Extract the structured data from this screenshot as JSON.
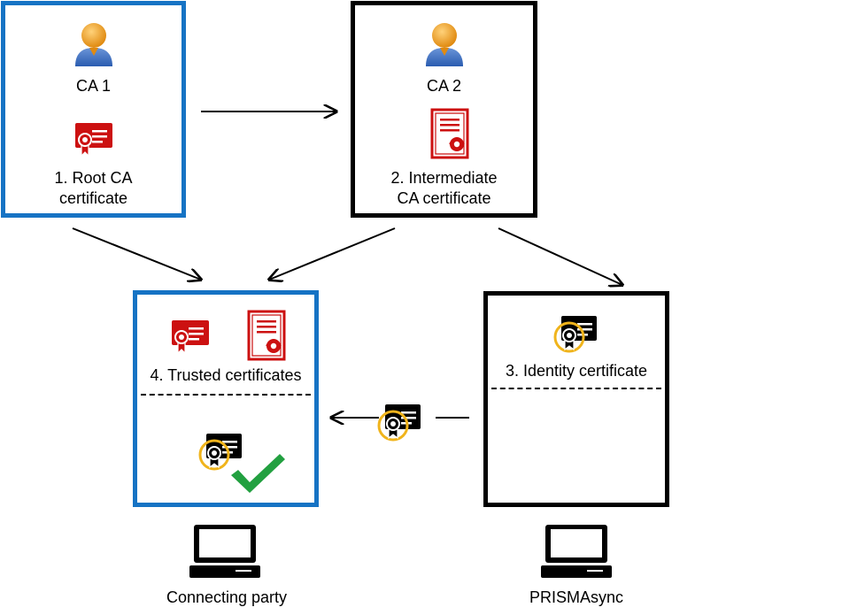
{
  "ca1": {
    "name": "CA 1",
    "cert_label": "1. Root CA\ncertificate"
  },
  "ca2": {
    "name": "CA 2",
    "cert_label": "2. Intermediate\nCA certificate"
  },
  "trusted": {
    "label": "4. Trusted certificates"
  },
  "identity": {
    "label": "3. Identity certificate"
  },
  "devices": {
    "left": "Connecting party",
    "right": "PRISMAsync"
  },
  "colors": {
    "blue": "#1673c4",
    "red": "#cc1111",
    "gold": "#f0b41c",
    "green": "#22a040"
  }
}
